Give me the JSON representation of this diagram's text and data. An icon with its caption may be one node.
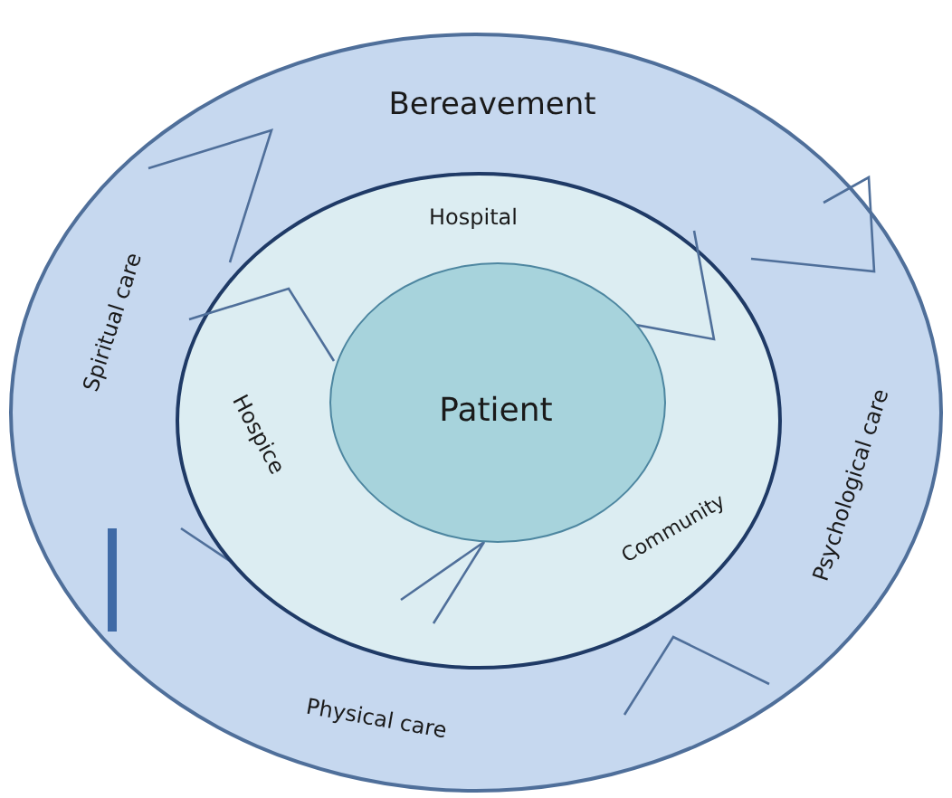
{
  "diagram": {
    "nodes": [
      {
        "text": [
          "Bereavement",
          "Spiritual care",
          "Psychological care",
          "Physical care"
        ]
      },
      {
        "text": [
          "Hospital",
          "Hospice",
          "Community"
        ],
        "in": 0
      },
      {
        "text": [
          "Patient"
        ],
        "in": 1
      }
    ]
  }
}
